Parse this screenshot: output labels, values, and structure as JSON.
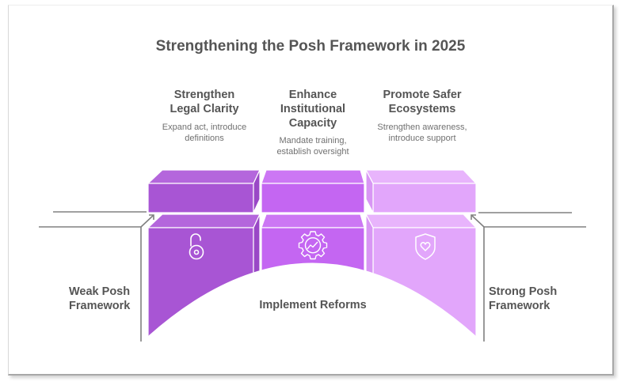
{
  "title": "Strengthening the Posh Framework in 2025",
  "start": {
    "label_line1": "Weak Posh",
    "label_line2": "Framework"
  },
  "end": {
    "label_line1": "Strong Posh",
    "label_line2": "Framework"
  },
  "bridge_label": "Implement Reforms",
  "steps": [
    {
      "heading_lines": [
        "Strengthen",
        "Legal Clarity"
      ],
      "description_lines": [
        "Expand act, introduce",
        "definitions"
      ],
      "icon": "unlock-icon",
      "color": "#A855D4"
    },
    {
      "heading_lines": [
        "Enhance",
        "Institutional",
        "Capacity"
      ],
      "description_lines": [
        "Mandate training,",
        "establish oversight"
      ],
      "icon": "gear-growth-icon",
      "color": "#C466F2"
    },
    {
      "heading_lines": [
        "Promote Safer",
        "Ecosystems"
      ],
      "description_lines": [
        "Strengthen awareness,",
        "introduce support"
      ],
      "icon": "shield-heart-icon",
      "color": "#E2A6FB"
    }
  ],
  "colors": {
    "text": "#555555",
    "subtext": "#707070",
    "lines": "#808080"
  }
}
